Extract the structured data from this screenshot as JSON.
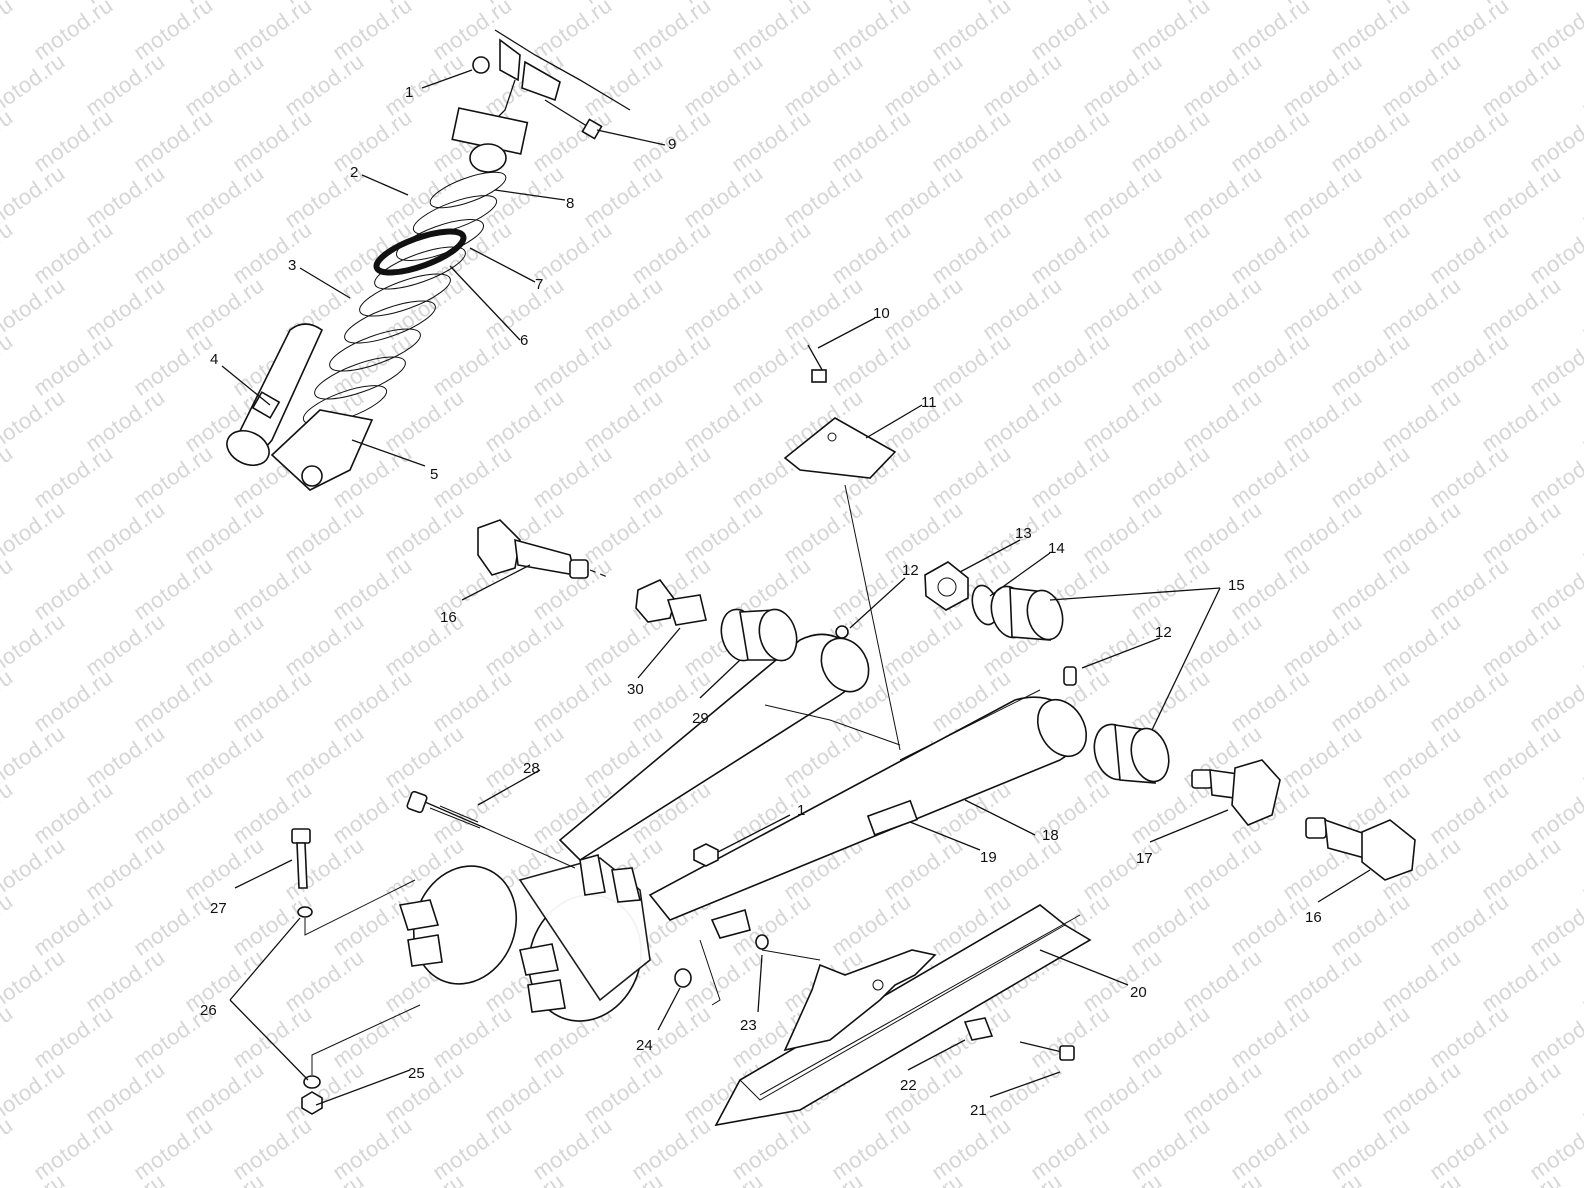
{
  "watermark": {
    "text": "motod.ru"
  },
  "labels": [
    {
      "id": "label-1-top",
      "text": "1"
    },
    {
      "id": "label-2",
      "text": "2"
    },
    {
      "id": "label-3",
      "text": "3"
    },
    {
      "id": "label-4",
      "text": "4"
    },
    {
      "id": "label-5",
      "text": "5"
    },
    {
      "id": "label-6",
      "text": "6"
    },
    {
      "id": "label-7",
      "text": "7"
    },
    {
      "id": "label-8",
      "text": "8"
    },
    {
      "id": "label-9",
      "text": "9"
    },
    {
      "id": "label-10",
      "text": "10"
    },
    {
      "id": "label-11",
      "text": "11"
    },
    {
      "id": "label-12-left",
      "text": "12"
    },
    {
      "id": "label-12-right",
      "text": "12"
    },
    {
      "id": "label-13",
      "text": "13"
    },
    {
      "id": "label-14",
      "text": "14"
    },
    {
      "id": "label-15",
      "text": "15"
    },
    {
      "id": "label-16-left",
      "text": "16"
    },
    {
      "id": "label-16-right",
      "text": "16"
    },
    {
      "id": "label-17",
      "text": "17"
    },
    {
      "id": "label-18",
      "text": "18"
    },
    {
      "id": "label-19",
      "text": "19"
    },
    {
      "id": "label-20",
      "text": "20"
    },
    {
      "id": "label-21",
      "text": "21"
    },
    {
      "id": "label-22",
      "text": "22"
    },
    {
      "id": "label-23",
      "text": "23"
    },
    {
      "id": "label-24",
      "text": "24"
    },
    {
      "id": "label-25",
      "text": "25"
    },
    {
      "id": "label-26",
      "text": "26"
    },
    {
      "id": "label-27",
      "text": "27"
    },
    {
      "id": "label-28",
      "text": "28"
    },
    {
      "id": "label-29",
      "text": "29"
    },
    {
      "id": "label-30",
      "text": "30"
    },
    {
      "id": "label-1-mid",
      "text": "1"
    }
  ]
}
